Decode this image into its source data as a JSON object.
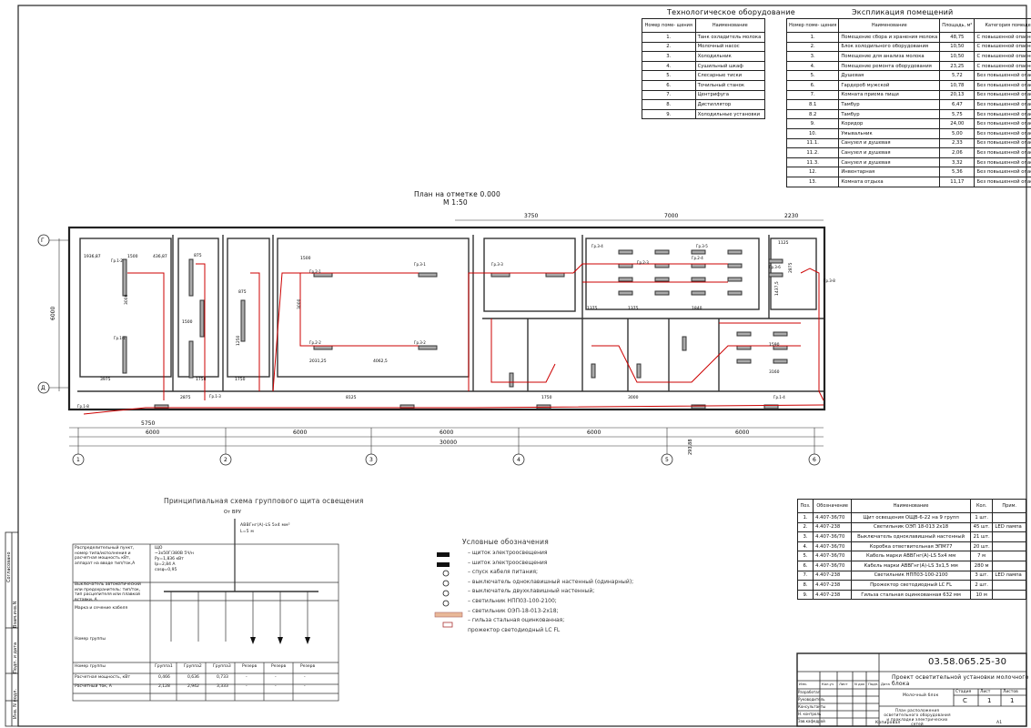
{
  "tech_table": {
    "title": "Технологическое оборудование",
    "headers": [
      "Номер поме- щения",
      "Наименование"
    ],
    "rows": [
      [
        "1.",
        "Танк охладитель молока"
      ],
      [
        "2.",
        "Молочный насос"
      ],
      [
        "3.",
        "Холодильник"
      ],
      [
        "4.",
        "Сушильный шкаф"
      ],
      [
        "5.",
        "Слесарные тиски"
      ],
      [
        "6.",
        "Точильный станок"
      ],
      [
        "7.",
        "Центрифуга"
      ],
      [
        "8.",
        "Дистиллятор"
      ],
      [
        "9.",
        "Холодильные установки"
      ]
    ]
  },
  "rooms_table": {
    "title": "Экспликация помещений",
    "headers": [
      "Номер поме- щения",
      "Наименование",
      "Площадь, м²",
      "Категория помещения"
    ],
    "rows": [
      [
        "1.",
        "Помещение сбора и хранения молока",
        "48,75",
        "С повышенной опасностью"
      ],
      [
        "2.",
        "Блок холодильного оборудования",
        "10,50",
        "С повышенной опасностью"
      ],
      [
        "3.",
        "Помещение для анализа молока",
        "10,50",
        "С повышенной опасностью"
      ],
      [
        "4.",
        "Помещение ремонта оборудования",
        "23,25",
        "С повышенной опасностью"
      ],
      [
        "5.",
        "Душевая",
        "5,72",
        "Без повышенной опасности"
      ],
      [
        "6.",
        "Гардероб мужской",
        "10,78",
        "Без повышенной опасности"
      ],
      [
        "7.",
        "Комната приема пищи",
        "20,13",
        "Без повышенной опасности"
      ],
      [
        "8.1",
        "Тамбур",
        "6,47",
        "Без повышенной опасности"
      ],
      [
        "8.2",
        "Тамбур",
        "5,75",
        "Без повышенной опасности"
      ],
      [
        "9.",
        "Коридор",
        "24,00",
        "Без повышенной опасности"
      ],
      [
        "10.",
        "Умывальник",
        "5,00",
        "Без повышенной опасности"
      ],
      [
        "11.1.",
        "Санузел и душевая",
        "2,33",
        "Без повышенной опасности"
      ],
      [
        "11.2.",
        "Санузел и душевая",
        "2,06",
        "Без повышенной опасности"
      ],
      [
        "11.3.",
        "Санузел и душевая",
        "3,32",
        "Без повышенной опасности"
      ],
      [
        "12.",
        "Инвентарная",
        "5,36",
        "Без повышенной опасности"
      ],
      [
        "13.",
        "Комната отдыха",
        "11,17",
        "Без повышенной опасности"
      ]
    ]
  },
  "plan": {
    "title": "План на отметке 0.000",
    "scale": "М 1:50",
    "dims_top": [
      "3750",
      "7000",
      "2230"
    ],
    "dims_bottom1": [
      "6000",
      "6000",
      "6000",
      "6000",
      "6000"
    ],
    "dims_bottom2": [
      "5750",
      "30000"
    ],
    "dim_left": "6000",
    "inner_dims": [
      "1936,87",
      "436,87",
      "875",
      "875",
      "1500",
      "3000",
      "1500",
      "1250",
      "1500",
      "3000",
      "3975",
      "1750",
      "1750",
      "2875",
      "4062,5",
      "2031,25",
      "8125",
      "1750",
      "1375",
      "1375",
      "1840",
      "3000",
      "3160",
      "1590",
      "1125",
      "2875",
      "1437,5"
    ],
    "axes_h": [
      "1",
      "2",
      "3",
      "4",
      "5",
      "6"
    ],
    "axes_v": [
      "Г",
      "Д"
    ],
    "axis_note": "293,88",
    "labels": [
      "Гр.2-1",
      "Гр.2-2",
      "Гр.3-1",
      "Гр.1-1",
      "Гр.1-2",
      "Гр.3-2",
      "Гр.3-3",
      "Гр.3-4",
      "Гр.3-5",
      "Гр.3-6",
      "Гр.2-3",
      "Гр.2-4",
      "Гр.1-3",
      "Гр.1-4",
      "Гр.1-8",
      "Гр.3-8"
    ]
  },
  "scheme": {
    "title": "Принципиальная схема группового щита освещения",
    "feed": "От ВРУ",
    "cable": "АВВГнг(А)-LS 5х4 мм²",
    "cable_len": "L=5 м",
    "panel_desc": [
      "ЩО",
      "~3х50Г/380В 5Ч/н",
      "Pу=1,836 кВт",
      "Iр=2,84 А",
      "cosφ=0,95"
    ],
    "row_labels": [
      "Распределительный пункт, номер типа/исполнения и расчетная мощность кВт, аппарат на вводе тип/ток,А",
      "Выключатель автоматический или предохранитель: тип/ток, тип расцепителя или плавкой вставки, А",
      "Марка и сечение кабеля",
      "Номер группы"
    ],
    "bottom_rows": [
      "Расчетная мощность, кВт",
      "Расчетный ток, А"
    ],
    "groups": [
      "Группа1",
      "Группа2",
      "Группа3",
      "Резерв",
      "Резерв",
      "Резерв"
    ],
    "power": [
      "0,466",
      "0,636",
      "0,733",
      "-",
      "-",
      "-"
    ],
    "current": [
      "2,128",
      "2,942",
      "3,333",
      "-",
      "-",
      "-"
    ]
  },
  "legend": {
    "title": "Условные обозначения",
    "items": [
      "– щиток электроосвещения",
      "– шиток электроосвещения",
      "– спуск кабеля питания;",
      "– выключатель одноклавишный настенный (одинарный);",
      "– выключатель двухклавишный настенный;",
      "– светильник НПП03-100-2100;",
      "– светильник ОЭП-18-013-2х18;",
      "– гильза стальная оцинкованная;",
      "  прожектор светодиодный LC FL"
    ]
  },
  "spec_table": {
    "headers": [
      "Поз.",
      "Обозначение",
      "Наименование",
      "Кол.",
      "Прим."
    ],
    "rows": [
      [
        "1.",
        "4.407-36/70",
        "Щит освещения ОЩВ-6-22 на 9 групп",
        "1 шт.",
        ""
      ],
      [
        "2.",
        "4.407-238",
        "Светильник ОЭП 18-013 2х18",
        "45 шт.",
        "LED лампа"
      ],
      [
        "3.",
        "4.407-36/70",
        "Выключатель одноклавишный настенный",
        "21 шт.",
        ""
      ],
      [
        "4.",
        "4.407-36/70",
        "Коробка ответвительная ЭПМ77",
        "20 шт.",
        ""
      ],
      [
        "5.",
        "4.407-36/70",
        "Кабель марки АВВГнг(А)-LS 5х4 мм",
        "7 м",
        ""
      ],
      [
        "6.",
        "4.407-36/70",
        "Кабель марки АВВГнг(А)-LS 3х1,5 мм",
        "280 м",
        ""
      ],
      [
        "7.",
        "4.407-238",
        "Светильник НПП03-100-2100",
        "3 шт.",
        "LED лампа"
      ],
      [
        "8.",
        "4.407-238",
        "Прожектор светодиодный LC FL",
        "2 шт.",
        ""
      ],
      [
        "9.",
        "4.407-238",
        "Гильза стальная оцинкованная 632 мм",
        "10 м",
        ""
      ]
    ]
  },
  "title_block": {
    "code": "03.58.065.25-30",
    "project": "Проект осветительной установки молочного блока",
    "object": "Молочный блок",
    "sheet_title": "План расположения осветительного оборудования и прокладки электрических сетей",
    "stage_headers": [
      "Стадия",
      "Лист",
      "Листов"
    ],
    "stage_values": [
      "С",
      "1",
      "1"
    ],
    "col_headers": [
      "Изм.",
      "Кол.уч",
      "Лист",
      "N док",
      "Подп.",
      "Дата"
    ],
    "roles": [
      "Разработал",
      "Руководитель",
      "Консультанты",
      "Н. контроль",
      "Зав.кафедрой"
    ],
    "copied": "Копировал",
    "format": "А1"
  },
  "left_strip": [
    "Инв. N подл.",
    "Подп. и дата",
    "Взам.инв.N",
    "Согласовано"
  ]
}
